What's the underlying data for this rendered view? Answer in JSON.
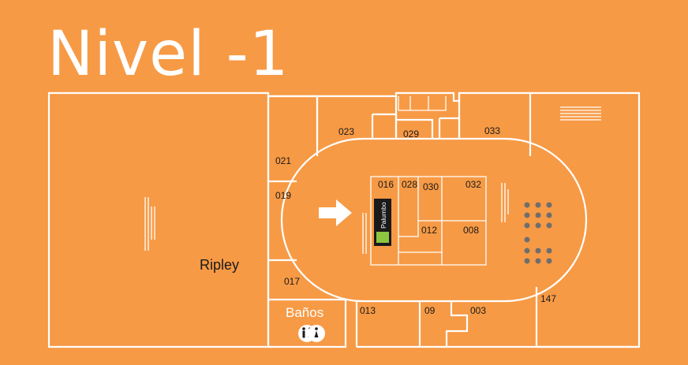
{
  "title": "Nivel -1",
  "anchor_store": "Ripley",
  "restrooms": "Baños",
  "store_logo": "Palumbo",
  "store_numbers": {
    "s021": "021",
    "s019": "019",
    "s017": "017",
    "s023": "023",
    "s029": "029",
    "s033": "033",
    "s016": "016",
    "s028": "028",
    "s030": "030",
    "s032": "032",
    "s012": "012",
    "s008": "008",
    "s013": "013",
    "s09": "09",
    "s003": "003",
    "s147": "147"
  },
  "colors": {
    "background": "#F79A45",
    "walls": "#FFFFFF",
    "logo_green": "#8DC63F"
  },
  "icons": [
    "arrow-right-icon",
    "restroom-icon",
    "escalator-icon",
    "stairs-icon",
    "elevator-icon",
    "dot-grid-icon"
  ]
}
